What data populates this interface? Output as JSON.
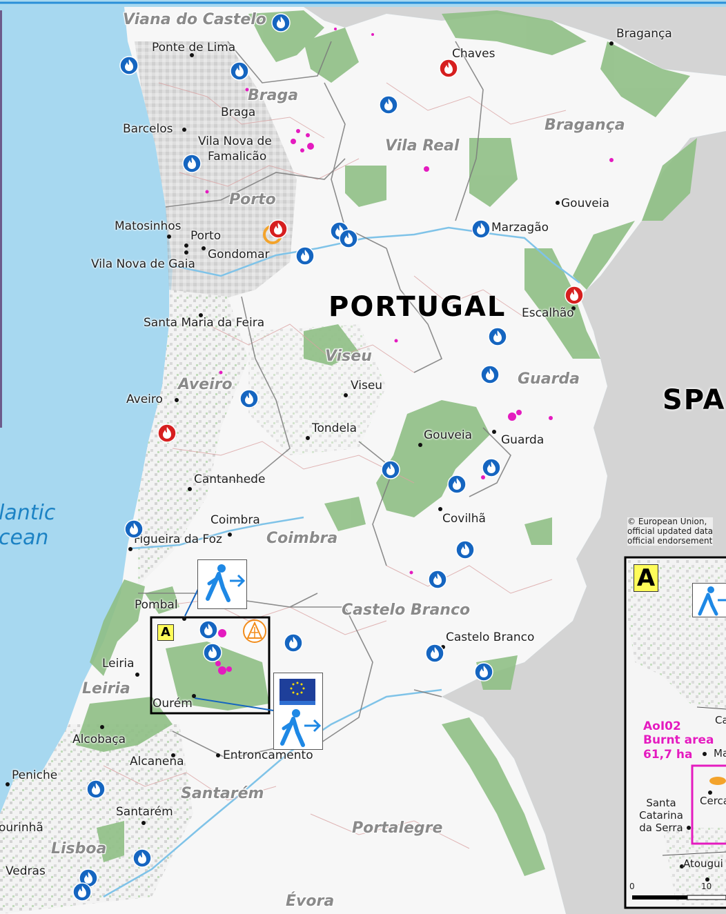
{
  "map": {
    "country_label": "PORTUGAL",
    "neighbor_label": "SPA",
    "ocean_label_line1": "lantic",
    "ocean_label_line2": "cean",
    "copyright_lines": [
      "© European Union,",
      "official updated data",
      "official endorsement"
    ],
    "inset_frame_letter": "A",
    "inset_panel_letter": "A",
    "regions": [
      "Viana do Castelo",
      "Braga",
      "Bragança",
      "Vila Real",
      "Porto",
      "Viseu",
      "Guarda",
      "Aveiro",
      "Coimbra",
      "Castelo Branco",
      "Leiria",
      "Santarém",
      "Portalegre",
      "Lisboa",
      "Évora"
    ],
    "cities": [
      "Bragança",
      "Chaves",
      "Ponte de Lima",
      "Braga",
      "Barcelos",
      "Vila Nova de",
      "Famalicão",
      "Gouveia",
      "Matosinhos",
      "Porto",
      "Gondomar",
      "Marzagão",
      "Vila Nova de Gaia",
      "Escalhão",
      "Santa Maria da Feira",
      "Viseu",
      "Aveiro",
      "Tondela",
      "Gouveia",
      "Guarda",
      "Cantanhede",
      "Covilhã",
      "Coimbra",
      "Figueira da Foz",
      "Pombal",
      "Castelo Branco",
      "Leiria",
      "Ourém",
      "Alcobaça",
      "Alcanena",
      "Entroncamento",
      "Peniche",
      "Santarém",
      "ourinhã",
      "Vedras"
    ],
    "inset": {
      "aoi_name": "AoI02",
      "aoi_line2": "Burnt area",
      "aoi_line3": "61,7 ha",
      "labels": [
        "Ca",
        "Ma",
        "Cerca",
        "Santa",
        "Catarina",
        "da Serra",
        "Atougui"
      ],
      "scale_start": "0",
      "scale_mid": "10"
    },
    "icons": {
      "active_fire_blue": "fire-icon-blue",
      "active_fire_red": "fire-icon-red",
      "evacuation": "evacuation-icon",
      "eu_flag": "eu-flag-icon",
      "warning": "warning-icon"
    },
    "colors": {
      "sea": "#a7d8f0",
      "land": "#f7f7f7",
      "spain": "#d4d4d4",
      "forest": "#8fbf85",
      "urban": "#b9b9b9",
      "burnt": "#e41bbf",
      "fire_blue": "#1565c0",
      "fire_red": "#d61f1f",
      "river": "#7fc3e8"
    }
  }
}
